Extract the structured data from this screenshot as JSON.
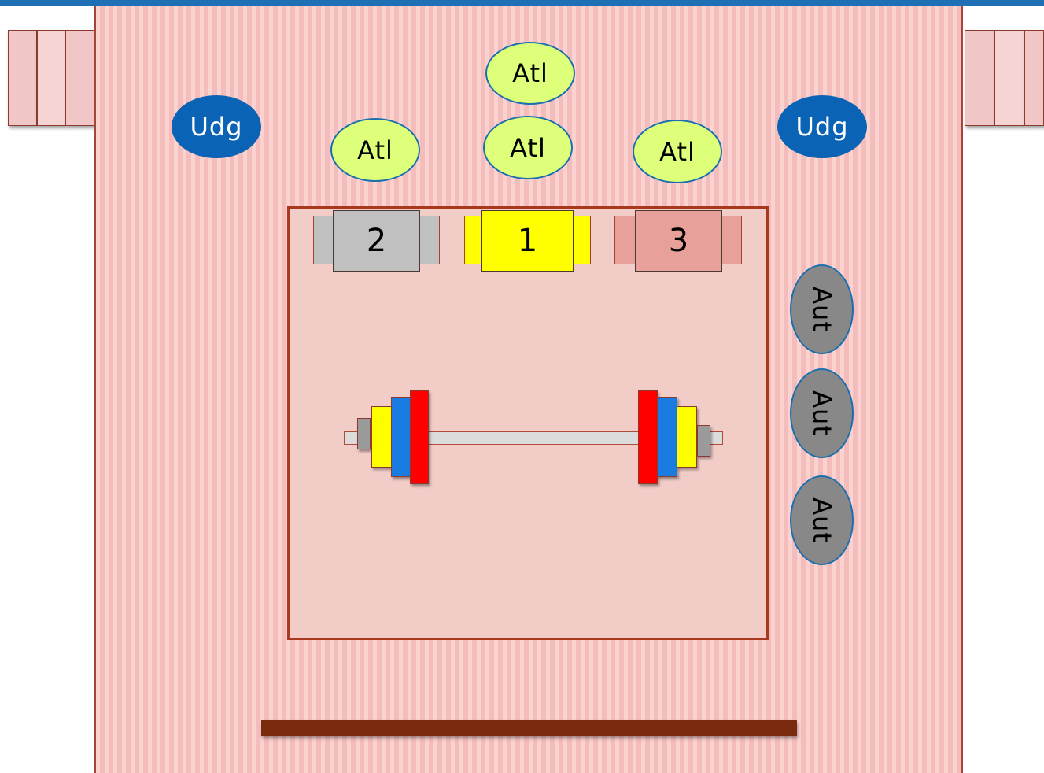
{
  "labels": {
    "judge": "Udg",
    "athlete": "Atl",
    "official": "Aut"
  },
  "podium": {
    "first": "1",
    "second": "2",
    "third": "3"
  },
  "colors": {
    "first_place": "#ffff00",
    "second_place": "#c0c0c0",
    "third_place": "#e8a09a",
    "plate_red": "#ff0000",
    "plate_blue": "#1a7be0",
    "plate_yellow": "#ffff00",
    "judge": "#0a63b4",
    "athlete": "#ddff7a",
    "official": "#888888"
  }
}
